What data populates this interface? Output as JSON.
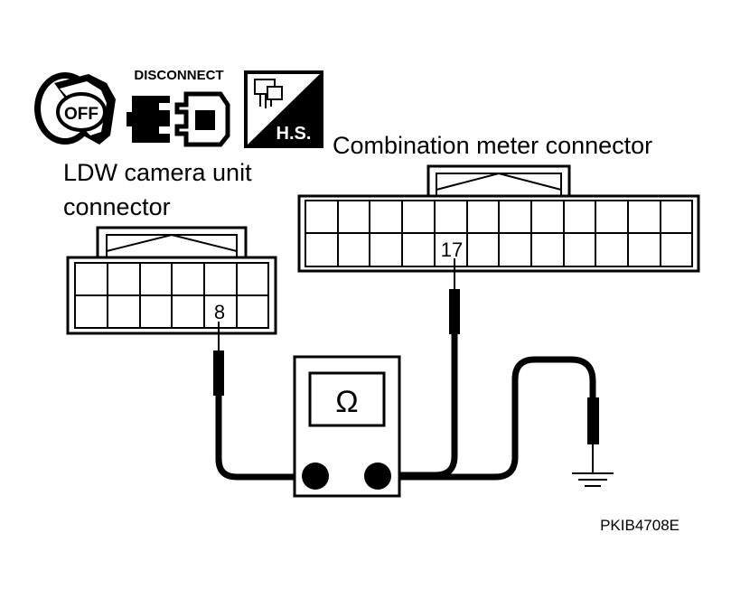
{
  "icons": {
    "ignition": {
      "name": "ignition-key-icon",
      "label": "OFF"
    },
    "disconnect": {
      "name": "connector-disconnect-icon",
      "label": "DISCONNECT"
    },
    "harness_side": {
      "name": "harness-side-icon",
      "label": "H.S."
    }
  },
  "labels": {
    "ldw_line1": "LDW camera unit",
    "ldw_line2": "connector",
    "combination": "Combination meter connector"
  },
  "pins": {
    "ldw": "8",
    "combination": "17"
  },
  "meter": {
    "symbol": "Ω",
    "icon": "ohmmeter-icon"
  },
  "ground": {
    "icon": "ground-icon"
  },
  "code": "PKIB4708E"
}
